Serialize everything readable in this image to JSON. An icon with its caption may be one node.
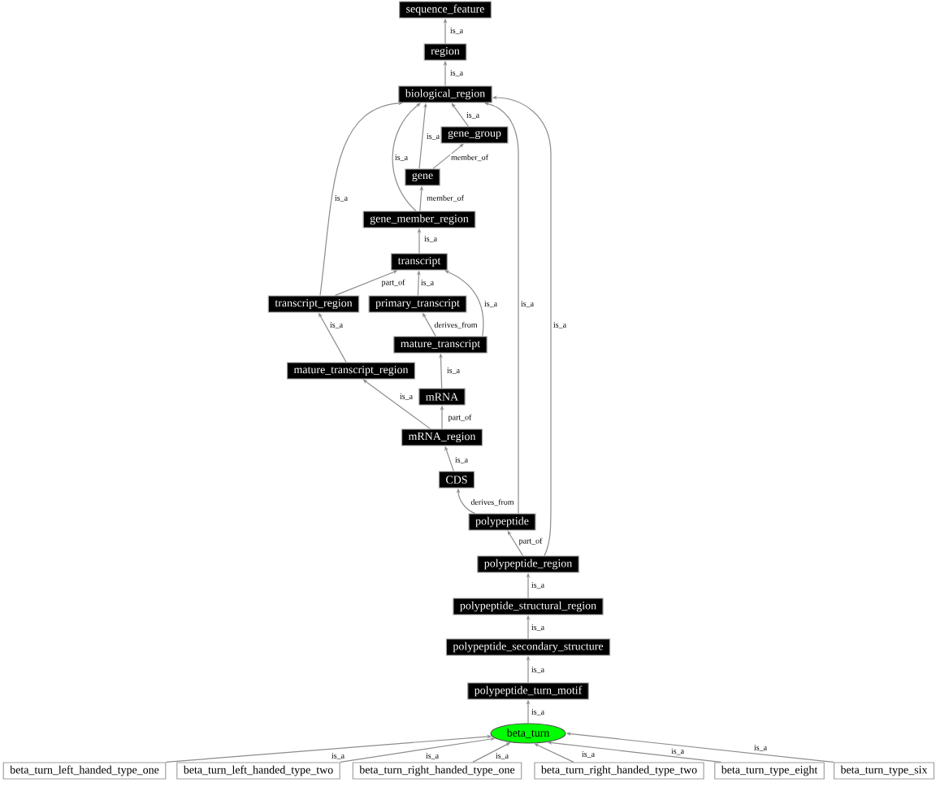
{
  "diagram": {
    "nodes": [
      {
        "text": [
          "sequence_feature"
        ]
      },
      {
        "text": [
          "region"
        ]
      },
      {
        "text": [
          "biological_region"
        ]
      },
      {
        "text": [
          "gene_group"
        ]
      },
      {
        "text": [
          "gene"
        ]
      },
      {
        "text": [
          "gene_member_region"
        ]
      },
      {
        "text": [
          "transcript"
        ]
      },
      {
        "text": [
          "transcript_region"
        ]
      },
      {
        "text": [
          "primary_transcript"
        ]
      },
      {
        "text": [
          "mature_transcript"
        ]
      },
      {
        "text": [
          "mature_transcript_region"
        ]
      },
      {
        "text": [
          "mRNA"
        ]
      },
      {
        "text": [
          "mRNA_region"
        ]
      },
      {
        "text": [
          "CDS"
        ]
      },
      {
        "text": [
          "polypeptide"
        ]
      },
      {
        "text": [
          "polypeptide_region"
        ]
      },
      {
        "text": [
          "polypeptide_structural_region"
        ]
      },
      {
        "text": [
          "polypeptide_secondary_structure"
        ]
      },
      {
        "text": [
          "polypeptide_turn_motif"
        ]
      },
      {
        "text": [
          "beta_turn"
        ]
      },
      {
        "text": [
          "beta_turn_left_handed_type_one"
        ]
      },
      {
        "text": [
          "beta_turn_left_handed_type_two"
        ]
      },
      {
        "text": [
          "beta_turn_right_handed_type_one"
        ]
      },
      {
        "text": [
          "beta_turn_right_handed_type_two"
        ]
      },
      {
        "text": [
          "beta_turn_type_eight"
        ]
      },
      {
        "text": [
          "beta_turn_type_six"
        ]
      }
    ],
    "edges": [
      {
        "from": 1,
        "to": 0,
        "arrow": "to",
        "label": "is_a"
      },
      {
        "from": 2,
        "to": 1,
        "arrow": "to",
        "label": "is_a"
      },
      {
        "from": 3,
        "to": 2,
        "arrow": "to",
        "label": "is_a"
      },
      {
        "from": 4,
        "to": 2,
        "arrow": "to",
        "label": "is_a"
      },
      {
        "from": 4,
        "to": 3,
        "arrow": "to",
        "label": "member_of"
      },
      {
        "from": 5,
        "to": 2,
        "arrow": "to",
        "label": "is_a"
      },
      {
        "from": 5,
        "to": 4,
        "arrow": "to",
        "label": "member_of"
      },
      {
        "from": 6,
        "to": 5,
        "arrow": "to",
        "label": "is_a"
      },
      {
        "from": 7,
        "to": 2,
        "arrow": "to",
        "label": "is_a"
      },
      {
        "from": 7,
        "to": 6,
        "arrow": "to",
        "label": "part_of"
      },
      {
        "from": 8,
        "to": 6,
        "arrow": "to",
        "label": "is_a"
      },
      {
        "from": 9,
        "to": 6,
        "arrow": "to",
        "label": "is_a"
      },
      {
        "from": 9,
        "to": 8,
        "arrow": "to",
        "label": "derives_from"
      },
      {
        "from": 10,
        "to": 7,
        "arrow": "to",
        "label": "is_a"
      },
      {
        "from": 11,
        "to": 9,
        "arrow": "to",
        "label": "is_a"
      },
      {
        "from": 12,
        "to": 11,
        "arrow": "to",
        "label": "part_of"
      },
      {
        "from": 12,
        "to": 10,
        "arrow": "to",
        "label": "is_a"
      },
      {
        "from": 13,
        "to": 12,
        "arrow": "to",
        "label": "is_a"
      },
      {
        "from": 14,
        "to": 13,
        "arrow": "to",
        "label": "derives_from"
      },
      {
        "from": 14,
        "to": 2,
        "arrow": "to",
        "label": "is_a"
      },
      {
        "from": 15,
        "to": 14,
        "arrow": "to",
        "label": "part_of"
      },
      {
        "from": 15,
        "to": 2,
        "arrow": "to",
        "label": "is_a"
      },
      {
        "from": 16,
        "to": 15,
        "arrow": "to",
        "label": "is_a"
      },
      {
        "from": 17,
        "to": 16,
        "arrow": "to",
        "label": "is_a"
      },
      {
        "from": 18,
        "to": 17,
        "arrow": "to",
        "label": "is_a"
      },
      {
        "from": 19,
        "to": 18,
        "arrow": "to",
        "label": "is_a"
      },
      {
        "from": 20,
        "to": 19,
        "arrow": "to",
        "label": "is_a"
      },
      {
        "from": 21,
        "to": 19,
        "arrow": "to",
        "label": "is_a"
      },
      {
        "from": 22,
        "to": 19,
        "arrow": "to",
        "label": "is_a"
      },
      {
        "from": 23,
        "to": 19,
        "arrow": "to",
        "label": "is_a"
      },
      {
        "from": 24,
        "to": 19,
        "arrow": "to",
        "label": "is_a"
      },
      {
        "from": 25,
        "to": 19,
        "arrow": "to",
        "label": "is_a"
      }
    ]
  }
}
